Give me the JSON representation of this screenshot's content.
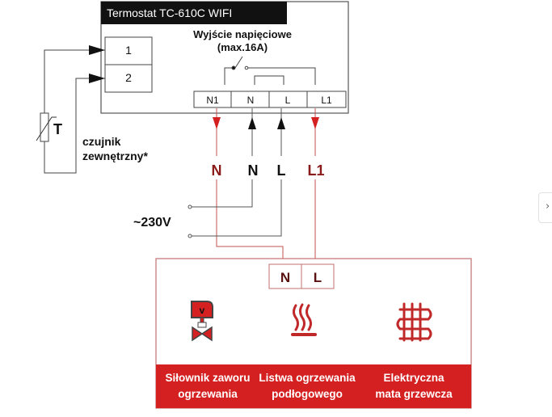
{
  "thermostat": {
    "title": "Termostat TC-610C WIFI",
    "output_label_line1": "Wyjście napięciowe",
    "output_label_line2": "(max.16A)",
    "sensor_terminals": [
      "1",
      "2"
    ],
    "power_terminals": [
      "N1",
      "N",
      "L",
      "L1"
    ]
  },
  "sensor": {
    "symbol": "T",
    "label_line1": "czujnik",
    "label_line2": "zewnętrzny*"
  },
  "wire_labels": [
    "N",
    "N",
    "L",
    "L1"
  ],
  "supply": {
    "label": "~230V"
  },
  "load": {
    "terminals": [
      "N",
      "L"
    ],
    "devices": [
      {
        "icon": "valve-actuator-icon",
        "label_line1": "Siłownik zaworu",
        "label_line2": "ogrzewania"
      },
      {
        "icon": "heat-strip-icon",
        "label_line1": "Listwa ogrzewania",
        "label_line2": "podłogowego"
      },
      {
        "icon": "heating-mat-icon",
        "label_line1": "Elektryczna",
        "label_line2": "mata grzewcza"
      }
    ]
  },
  "colors": {
    "red": "#d42020",
    "dark_red": "#8b1a1a",
    "wire_red": "#c0504d",
    "black": "#1a1a1a",
    "gray_line": "#555555",
    "panel_border": "#c07070"
  },
  "nav": {
    "next_icon": "chevron-right-icon",
    "glyph": "›"
  }
}
